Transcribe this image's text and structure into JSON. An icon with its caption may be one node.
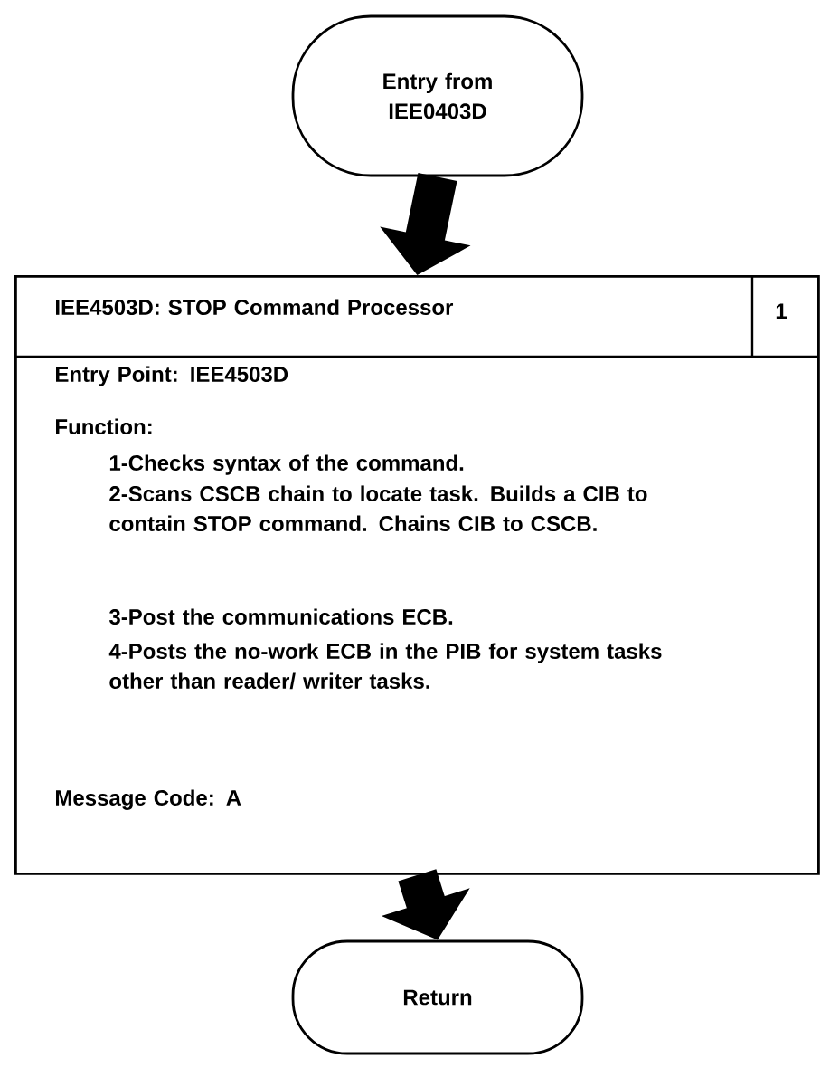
{
  "diagram": {
    "nodes": [
      {
        "text": [
          "Entry from IEE0403D"
        ]
      },
      {
        "text": [
          "IEE4503D: STOP Command Processor",
          "1",
          "Entry Point: IEE4503D",
          "Function:",
          "1-Checks syntax of the command.",
          "2-Scans CSCB chain to locate task. Builds a CIB to contain STOP command. Chains CIB to CSCB.",
          "3-Post the communications ECB.",
          "4-Posts the no-work ECB in the PIB for system tasks other than reader/ writer tasks.",
          "Message Code: A"
        ]
      },
      {
        "text": [
          "Return"
        ]
      }
    ],
    "edges": [
      {
        "from": 0,
        "to": 1,
        "arrow": "to"
      },
      {
        "from": 1,
        "to": 2,
        "arrow": "to"
      }
    ]
  }
}
